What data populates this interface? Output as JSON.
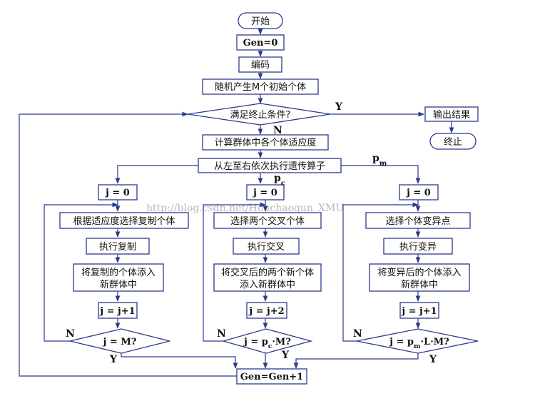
{
  "nodes": {
    "start": "开始",
    "gen_init": "Gen=0",
    "encode": "编码",
    "init_pop": "随机产生M个初始个体",
    "terminate_check": "满足终止条件?",
    "output": "输出结果",
    "end": "终止",
    "fitness": "计算群体中各个体适应度",
    "operators": "从左至右依次执行遗传算子",
    "left": {
      "j_init": "j = 0",
      "select": "根据适应度选择复制个体",
      "exec": "执行复制",
      "add_line1": "将复制的个体添入",
      "add_line2": "新群体中",
      "inc": "j = j+1",
      "check": "j = M?"
    },
    "middle": {
      "j_init": "j = 0",
      "select": "选择两个交叉个体",
      "exec": "执行交叉",
      "add_line1": "将交叉后的两个新个体",
      "add_line2": "添入新群体中",
      "inc": "j = j+2",
      "check_pre": "j = p",
      "check_sub": "c",
      "check_post": "·M?"
    },
    "right": {
      "j_init": "j = 0",
      "select": "选择个体变异点",
      "exec": "执行变异",
      "add_line1": "将变异后的个体添入",
      "add_line2": "新群体中",
      "inc": "j = j+1",
      "check_pre": "j = p",
      "check_sub": "m",
      "check_post": "·L·M?"
    },
    "gen_inc": "Gen=Gen+1"
  },
  "labels": {
    "yes": "Y",
    "no": "N",
    "pc_main": "p",
    "pc_sub": "c",
    "pm_main": "p",
    "pm_sub": "m"
  },
  "watermark": "http://blog.csdn.net/Houchaoqun_XMU",
  "colors": {
    "stroke": "#2b3a8f",
    "text": "#111111",
    "watermark": "#b8b8b8"
  }
}
